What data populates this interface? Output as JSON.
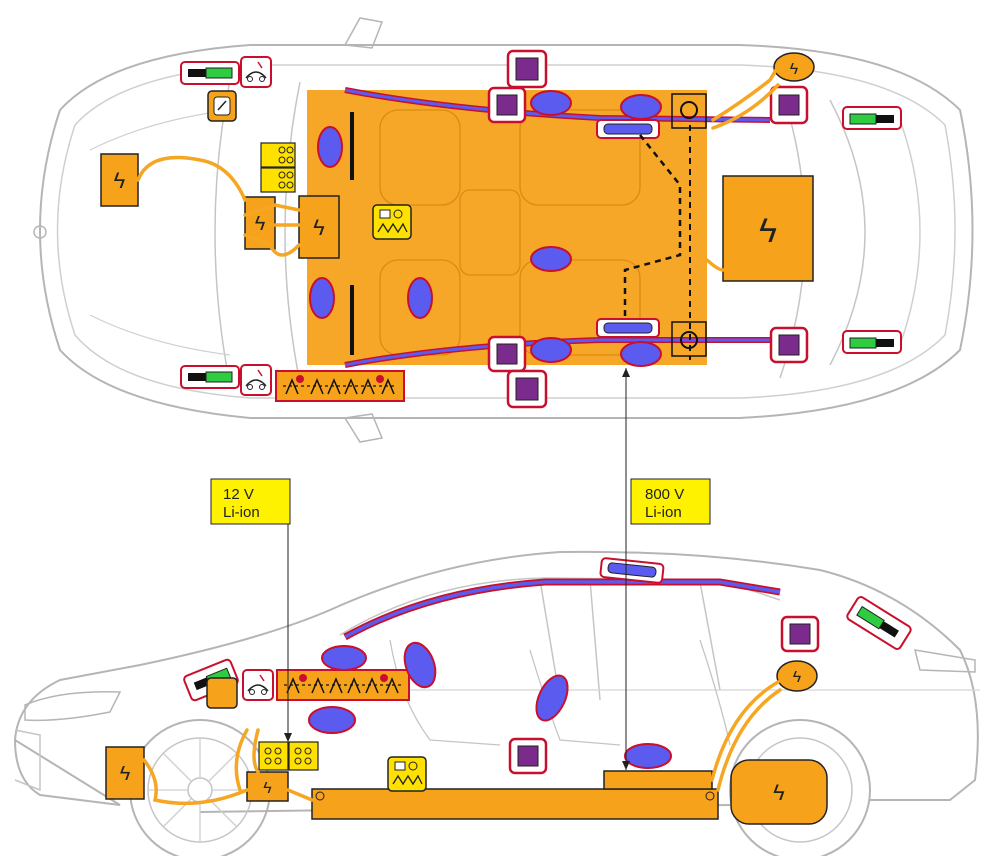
{
  "labels": {
    "battery_12v": {
      "line1": "12 V",
      "line2": "Li-ion"
    },
    "battery_800v": {
      "line1": "800 V",
      "line2": "Li-ion"
    }
  },
  "symbols": {
    "high_voltage": "ϟ"
  },
  "colors": {
    "high_voltage_orange": "#f7a21b",
    "cable_orange": "#f5a623",
    "airbag_blue": "#5b5bf0",
    "airbag_outline": "#c8102e",
    "sensor_purple": "#7b2b8c",
    "label_yellow": "#fff200",
    "gas_strut_green": "#2ecc40",
    "car_outline": "#b5b5b5",
    "safety_yellow": "#ffe100"
  },
  "icons": [
    "high-voltage-component-icon",
    "airbag-icon",
    "airbag-control-sensor-icon",
    "gas-strut-icon",
    "pyro-fuse-icon",
    "belt-tensioner-icon",
    "low-voltage-battery-icon",
    "pedestrian-protection-icon",
    "high-voltage-battery-icon"
  ]
}
